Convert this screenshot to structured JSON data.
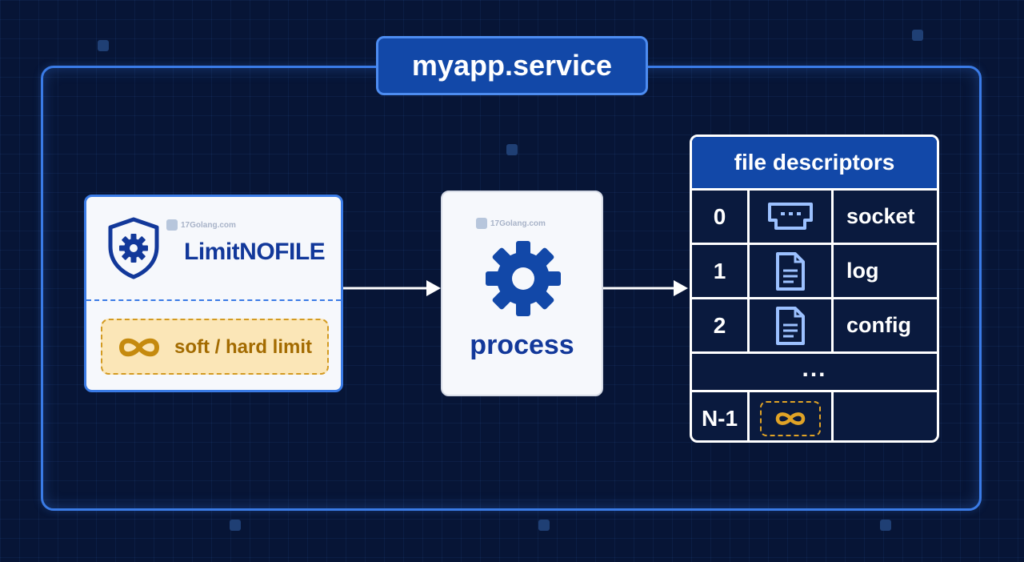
{
  "diagram": {
    "service_title": "myapp.service",
    "limit_card": {
      "title": "LimitNOFILE",
      "limit_label": "soft / hard limit",
      "icon": "shield-gear-icon",
      "limit_icon": "infinity-icon"
    },
    "process_card": {
      "label": "process",
      "icon": "gear-icon"
    },
    "fd_table": {
      "header": "file descriptors",
      "rows": [
        {
          "index": "0",
          "icon": "socket-icon",
          "name": "socket"
        },
        {
          "index": "1",
          "icon": "document-icon",
          "name": "log"
        },
        {
          "index": "2",
          "icon": "document-icon",
          "name": "config"
        }
      ],
      "ellipsis": "...",
      "last_row": {
        "index": "N-1",
        "icon": "infinity-icon"
      }
    },
    "watermark": "17Golang.com"
  },
  "colors": {
    "background": "#071536",
    "accent_blue": "#1248a8",
    "frame_blue": "#3a7be6",
    "amber": "#d39a21"
  }
}
